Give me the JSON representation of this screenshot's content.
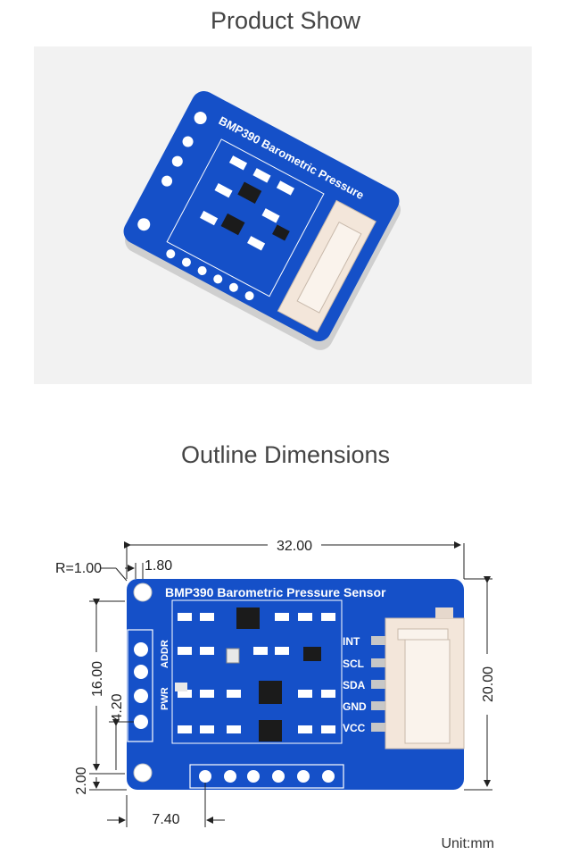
{
  "headings": {
    "product_show": "Product Show",
    "outline_dimensions": "Outline Dimensions"
  },
  "board": {
    "title": "BMP390 Barometric Pressure Sensor",
    "photo_title": "BMP390 Barometric Pressure",
    "pins": [
      "INT",
      "SCL",
      "SDA",
      "GND",
      "VCC"
    ],
    "labels": {
      "addr": "ADDR",
      "pwr": "PWR"
    }
  },
  "dimensions": {
    "width": "32.00",
    "height": "20.00",
    "corner_radius": "R=1.00",
    "hole_offset": "1.80",
    "hole_span": "16.00",
    "hole_pitch": "4.20",
    "hole_edge": "2.00",
    "header_offset": "7.40"
  },
  "unit": "Unit:mm",
  "colors": {
    "pcb": "#1550c8",
    "connector": "#f3e6da"
  }
}
